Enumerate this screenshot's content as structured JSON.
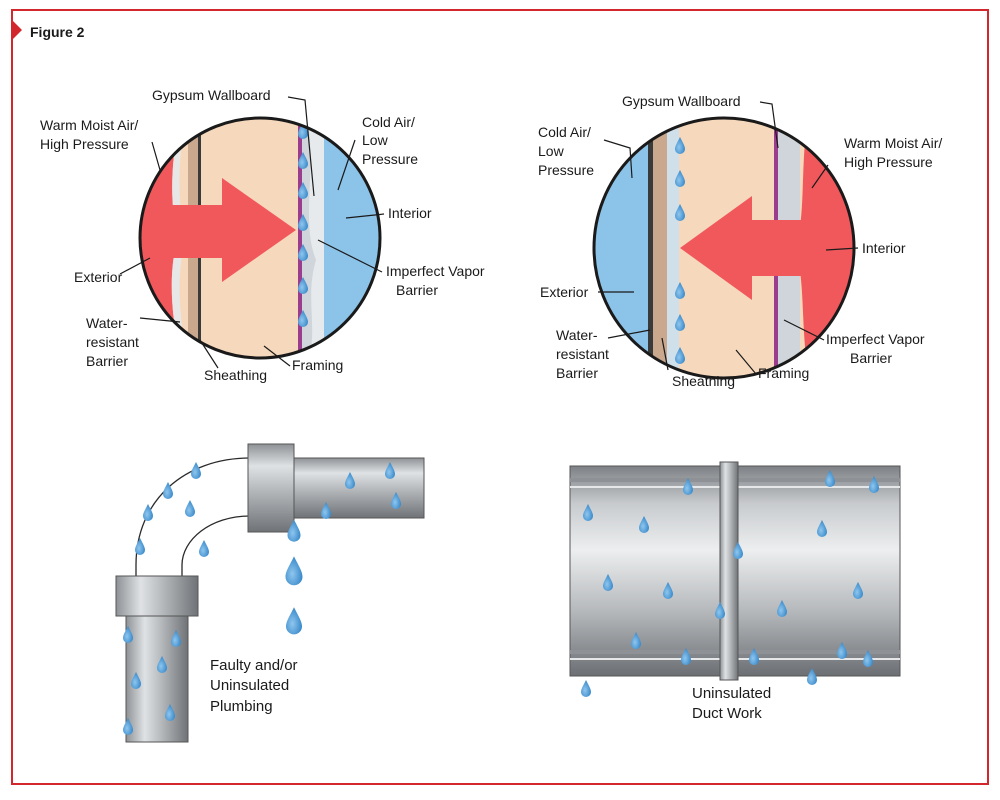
{
  "figure": {
    "title": "Figure 2"
  },
  "colors": {
    "border": "#d2272d",
    "warm_air": "#f0585c",
    "cold_air": "#8cc3e8",
    "framing": "#f6d8bc",
    "sheathing": "#c9a88e",
    "wallboard": "#c6ccd1",
    "vapor_barrier": "#9b3d8f",
    "droplet": "#3a8fd0",
    "pipe": "#a9adb1"
  },
  "left_wall": {
    "labels": {
      "gypsum": "Gypsum Wallboard",
      "warm_air": [
        "Warm Moist Air/",
        "High Pressure"
      ],
      "cold_air": [
        "Cold Air/",
        "Low",
        "Pressure"
      ],
      "interior": "Interior",
      "exterior": "Exterior",
      "vapor_barrier": [
        "Imperfect Vapor",
        "Barrier"
      ],
      "water_barrier": [
        "Water-",
        "resistant",
        "Barrier"
      ],
      "sheathing": "Sheathing",
      "framing": "Framing"
    }
  },
  "right_wall": {
    "labels": {
      "gypsum": "Gypsum Wallboard",
      "cold_air": [
        "Cold Air/",
        "Low",
        "Pressure"
      ],
      "warm_air": [
        "Warm Moist Air/",
        "High Pressure"
      ],
      "interior": "Interior",
      "exterior": "Exterior",
      "water_barrier": [
        "Water-",
        "resistant",
        "Barrier"
      ],
      "vapor_barrier": [
        "Imperfect Vapor",
        "Barrier"
      ],
      "sheathing": "Sheathing",
      "framing": "Framing"
    }
  },
  "plumbing": {
    "label": [
      "Faulty and/or",
      "Uninsulated",
      "Plumbing"
    ]
  },
  "duct": {
    "label": [
      "Uninsulated",
      "Duct Work"
    ]
  }
}
